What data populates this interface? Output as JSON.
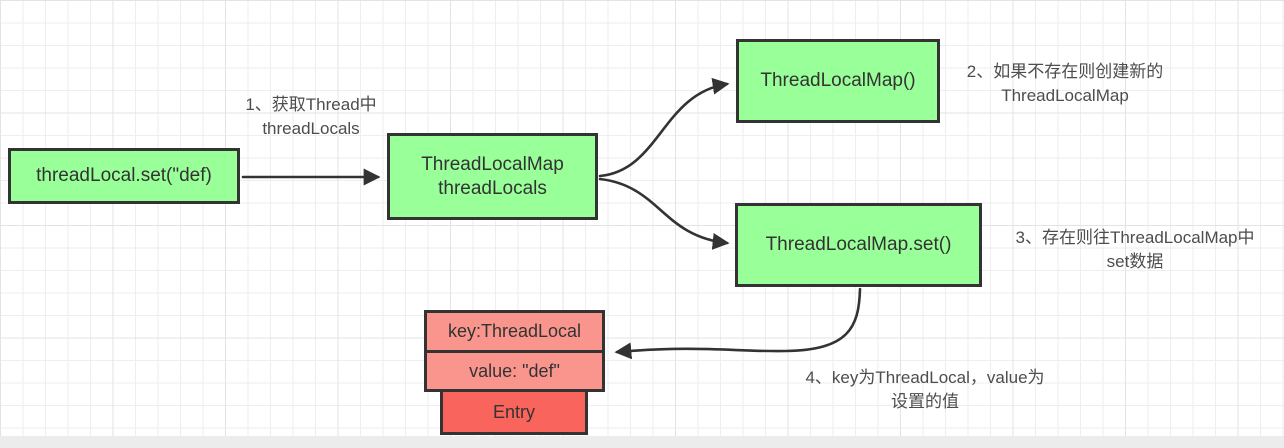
{
  "diagram": {
    "nodes": {
      "set_call": {
        "label": "threadLocal.set(\"def)"
      },
      "map_field": {
        "line1": "ThreadLocalMap",
        "line2": "threadLocals"
      },
      "map_ctor": {
        "label": "ThreadLocalMap()"
      },
      "map_set": {
        "label": "ThreadLocalMap.set()"
      },
      "entry_key": {
        "label": "key:ThreadLocal"
      },
      "entry_value": {
        "label": "value: \"def\""
      },
      "entry": {
        "label": "Entry"
      }
    },
    "notes": {
      "n1": {
        "line1": "1、获取Thread中",
        "line2": "threadLocals"
      },
      "n2": {
        "line1": "2、如果不存在则创建新的",
        "line2": "ThreadLocalMap"
      },
      "n3": {
        "line1": "3、存在则往ThreadLocalMap中",
        "line2": "set数据"
      },
      "n4": {
        "line1": "4、key为ThreadLocal，value为",
        "line2": "设置的值"
      }
    },
    "colors": {
      "node_fill": "#99ff99",
      "node_border": "#333333",
      "entry_fill": "#f9958d",
      "entry_accent": "#f9655c",
      "connector": "#333333",
      "note_text": "#4d4d4d",
      "grid_minor": "#eeeeee",
      "grid_major": "#e3e3e3"
    }
  }
}
